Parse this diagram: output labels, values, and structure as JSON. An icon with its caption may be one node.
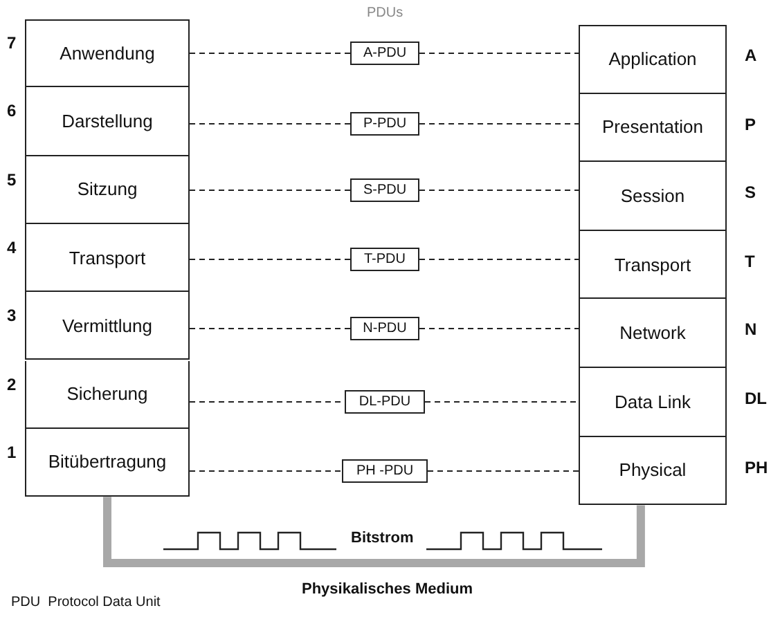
{
  "diagram": {
    "nodes": [
      {
        "text": [
          "Anwendung"
        ],
        "beside": [
          "7"
        ]
      },
      {
        "text": [
          "Darstellung"
        ],
        "beside": [
          "6"
        ]
      },
      {
        "text": [
          "Sitzung"
        ],
        "beside": [
          "5"
        ]
      },
      {
        "text": [
          "Transport"
        ],
        "beside": [
          "4"
        ]
      },
      {
        "text": [
          "Vermittlung"
        ],
        "beside": [
          "3"
        ]
      },
      {
        "text": [
          "Sicherung"
        ],
        "beside": [
          "2"
        ]
      },
      {
        "text": [
          "Bitübertragung"
        ],
        "beside": [
          "1"
        ]
      },
      {
        "text": [
          "A-PDU"
        ]
      },
      {
        "text": [
          "P-PDU"
        ]
      },
      {
        "text": [
          "S-PDU"
        ]
      },
      {
        "text": [
          "T-PDU"
        ]
      },
      {
        "text": [
          "N-PDU"
        ]
      },
      {
        "text": [
          "DL-PDU"
        ]
      },
      {
        "text": [
          "PH -PDU"
        ]
      },
      {
        "text": [
          "Application"
        ],
        "beside": [
          "A"
        ]
      },
      {
        "text": [
          "Presentation"
        ],
        "beside": [
          "P"
        ]
      },
      {
        "text": [
          "Session"
        ],
        "beside": [
          "S"
        ]
      },
      {
        "text": [
          "Transport"
        ],
        "beside": [
          "T"
        ]
      },
      {
        "text": [
          "Network"
        ],
        "beside": [
          "N"
        ]
      },
      {
        "text": [
          "Data Link"
        ],
        "beside": [
          "DL"
        ]
      },
      {
        "text": [
          "Physical"
        ],
        "beside": [
          "PH"
        ]
      }
    ],
    "edges": [
      {
        "from": 0,
        "to": 7,
        "arrow": "none",
        "style": "dashed"
      },
      {
        "from": 7,
        "to": 14,
        "arrow": "none",
        "style": "dashed"
      },
      {
        "from": 1,
        "to": 8,
        "arrow": "none",
        "style": "dashed"
      },
      {
        "from": 8,
        "to": 15,
        "arrow": "none",
        "style": "dashed"
      },
      {
        "from": 2,
        "to": 9,
        "arrow": "none",
        "style": "dashed"
      },
      {
        "from": 9,
        "to": 16,
        "arrow": "none",
        "style": "dashed"
      },
      {
        "from": 3,
        "to": 10,
        "arrow": "none",
        "style": "dashed"
      },
      {
        "from": 10,
        "to": 17,
        "arrow": "none",
        "style": "dashed"
      },
      {
        "from": 4,
        "to": 11,
        "arrow": "none",
        "style": "dashed"
      },
      {
        "from": 11,
        "to": 18,
        "arrow": "none",
        "style": "dashed"
      },
      {
        "from": 5,
        "to": 12,
        "arrow": "none",
        "style": "dashed"
      },
      {
        "from": 12,
        "to": 19,
        "arrow": "none",
        "style": "dashed"
      },
      {
        "from": 6,
        "to": 13,
        "arrow": "none",
        "style": "dashed"
      },
      {
        "from": 13,
        "to": 20,
        "arrow": "none",
        "style": "dashed"
      },
      {
        "from": 6,
        "to": 20,
        "arrow": "none",
        "style": "thick",
        "color": "#a8a8a8"
      }
    ],
    "labels": [
      "PDUs",
      "Bitstrom",
      "Physikalisches Medium",
      "PDU  Protocol Data Unit"
    ]
  }
}
